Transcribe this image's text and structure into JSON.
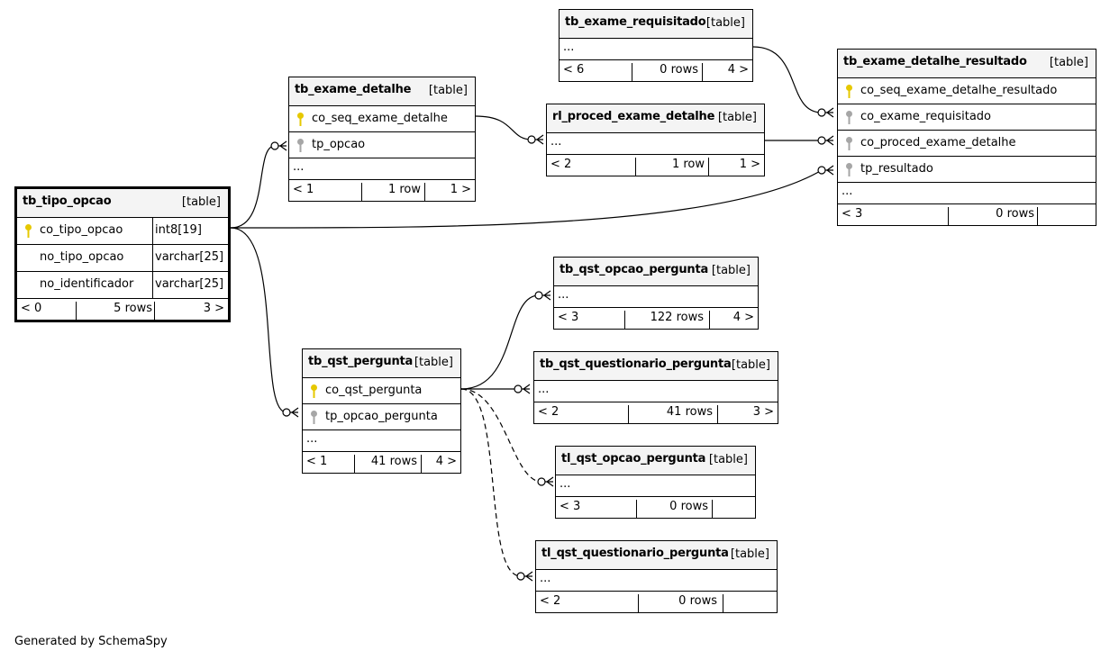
{
  "footer": "Generated by SchemaSpy",
  "tag_label": "[table]",
  "ellipsis": "...",
  "tables": {
    "tb_tipo_opcao": {
      "name": "tb_tipo_opcao",
      "columns": [
        {
          "name": "co_tipo_opcao",
          "type": "int8[19]",
          "key": "primary"
        },
        {
          "name": "no_tipo_opcao",
          "type": "varchar[25]",
          "key": "none"
        },
        {
          "name": "no_identificador",
          "type": "varchar[25]",
          "key": "none"
        }
      ],
      "footer": {
        "parents": "< 0",
        "rows": "5 rows",
        "children": "3 >"
      }
    },
    "tb_exame_detalhe": {
      "name": "tb_exame_detalhe",
      "columns": [
        {
          "name": "co_seq_exame_detalhe",
          "key": "primary"
        },
        {
          "name": "tp_opcao",
          "key": "foreign"
        }
      ],
      "footer": {
        "parents": "< 1",
        "rows": "1 row",
        "children": "1 >"
      }
    },
    "tb_exame_requisitado": {
      "name": "tb_exame_requisitado",
      "footer": {
        "parents": "< 6",
        "rows": "0 rows",
        "children": "4 >"
      }
    },
    "rl_proced_exame_detalhe": {
      "name": "rl_proced_exame_detalhe",
      "footer": {
        "parents": "< 2",
        "rows": "1 row",
        "children": "1 >"
      }
    },
    "tb_exame_detalhe_resultado": {
      "name": "tb_exame_detalhe_resultado",
      "columns": [
        {
          "name": "co_seq_exame_detalhe_resultado",
          "key": "primary"
        },
        {
          "name": "co_exame_requisitado",
          "key": "foreign"
        },
        {
          "name": "co_proced_exame_detalhe",
          "key": "foreign"
        },
        {
          "name": "tp_resultado",
          "key": "foreign"
        }
      ],
      "footer": {
        "parents": "< 3",
        "rows": "0 rows",
        "children": ""
      }
    },
    "tb_qst_opcao_pergunta": {
      "name": "tb_qst_opcao_pergunta",
      "footer": {
        "parents": "< 3",
        "rows": "122 rows",
        "children": "4 >"
      }
    },
    "tb_qst_pergunta": {
      "name": "tb_qst_pergunta",
      "columns": [
        {
          "name": "co_qst_pergunta",
          "key": "primary"
        },
        {
          "name": "tp_opcao_pergunta",
          "key": "foreign"
        }
      ],
      "footer": {
        "parents": "< 1",
        "rows": "41 rows",
        "children": "4 >"
      }
    },
    "tb_qst_questionario_pergunta": {
      "name": "tb_qst_questionario_pergunta",
      "footer": {
        "parents": "< 2",
        "rows": "41 rows",
        "children": "3 >"
      }
    },
    "tl_qst_opcao_pergunta": {
      "name": "tl_qst_opcao_pergunta",
      "footer": {
        "parents": "< 3",
        "rows": "0 rows",
        "children": ""
      }
    },
    "tl_qst_questionario_pergunta": {
      "name": "tl_qst_questionario_pergunta",
      "footer": {
        "parents": "< 2",
        "rows": "0 rows",
        "children": ""
      }
    }
  },
  "colors": {
    "primary_key": "#e6c800",
    "foreign_key": "#a6a6a6",
    "header_bg": "#f4f4f4"
  }
}
